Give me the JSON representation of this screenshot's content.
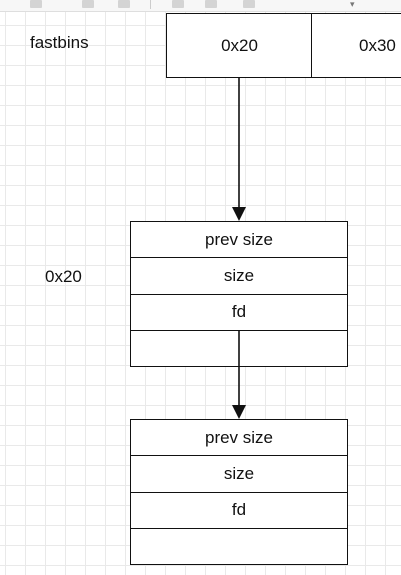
{
  "fastbins": {
    "label": "fastbins",
    "bins": [
      "0x20",
      "0x30"
    ]
  },
  "chunk_size_label": "0x20",
  "chunks": [
    {
      "fields": [
        "prev size",
        "size",
        "fd",
        ""
      ]
    },
    {
      "fields": [
        "prev size",
        "size",
        "fd",
        ""
      ]
    }
  ],
  "colors": {
    "stroke": "#111111",
    "grid": "#e9e9e9"
  }
}
